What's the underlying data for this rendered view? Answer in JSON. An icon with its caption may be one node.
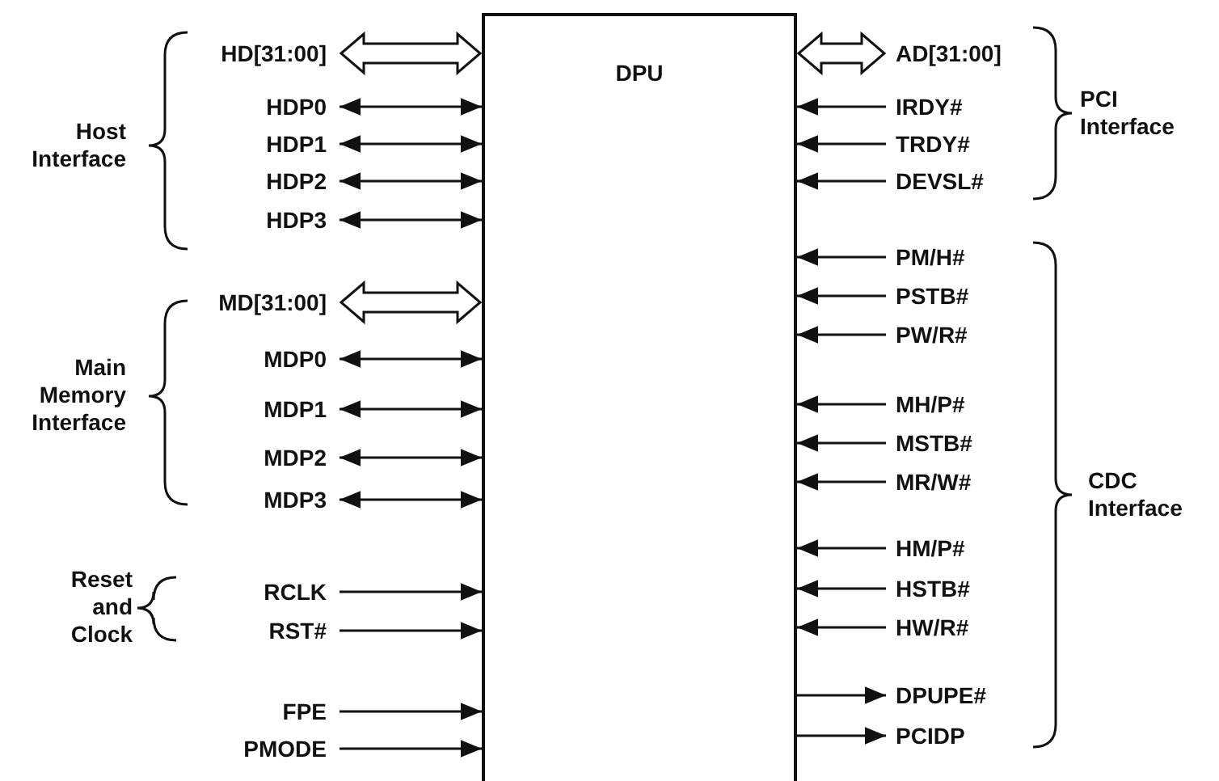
{
  "diagram": {
    "nodes": [
      {
        "text": [
          "DPU"
        ]
      },
      {
        "text": [
          "HD[31:00]"
        ]
      },
      {
        "text": [
          "HDP0"
        ]
      },
      {
        "text": [
          "HDP1"
        ]
      },
      {
        "text": [
          "HDP2"
        ]
      },
      {
        "text": [
          "HDP3"
        ]
      },
      {
        "text": [
          "MD[31:00]"
        ]
      },
      {
        "text": [
          "MDP0"
        ]
      },
      {
        "text": [
          "MDP1"
        ]
      },
      {
        "text": [
          "MDP2"
        ]
      },
      {
        "text": [
          "MDP3"
        ]
      },
      {
        "text": [
          "RCLK"
        ]
      },
      {
        "text": [
          "RST#"
        ]
      },
      {
        "text": [
          "FPE"
        ]
      },
      {
        "text": [
          "PMODE"
        ]
      },
      {
        "text": [
          "AD[31:00]"
        ]
      },
      {
        "text": [
          "IRDY#"
        ]
      },
      {
        "text": [
          "TRDY#"
        ]
      },
      {
        "text": [
          "DEVSL#"
        ]
      },
      {
        "text": [
          "PM/H#"
        ]
      },
      {
        "text": [
          "PSTB#"
        ]
      },
      {
        "text": [
          "PW/R#"
        ]
      },
      {
        "text": [
          "MH/P#"
        ]
      },
      {
        "text": [
          "MSTB#"
        ]
      },
      {
        "text": [
          "MR/W#"
        ]
      },
      {
        "text": [
          "HM/P#"
        ]
      },
      {
        "text": [
          "HSTB#"
        ]
      },
      {
        "text": [
          "HW/R#"
        ]
      },
      {
        "text": [
          "DPUPE#"
        ]
      },
      {
        "text": [
          "PCIDP"
        ]
      }
    ],
    "edges": [
      {
        "from": 1,
        "to": 0,
        "arrow": "both",
        "style": "thick"
      },
      {
        "from": 2,
        "to": 0,
        "arrow": "both"
      },
      {
        "from": 3,
        "to": 0,
        "arrow": "both"
      },
      {
        "from": 4,
        "to": 0,
        "arrow": "both"
      },
      {
        "from": 5,
        "to": 0,
        "arrow": "both"
      },
      {
        "from": 6,
        "to": 0,
        "arrow": "both",
        "style": "thick"
      },
      {
        "from": 7,
        "to": 0,
        "arrow": "both"
      },
      {
        "from": 8,
        "to": 0,
        "arrow": "both"
      },
      {
        "from": 9,
        "to": 0,
        "arrow": "both"
      },
      {
        "from": 10,
        "to": 0,
        "arrow": "both"
      },
      {
        "from": 11,
        "to": 0,
        "arrow": "to"
      },
      {
        "from": 12,
        "to": 0,
        "arrow": "to"
      },
      {
        "from": 13,
        "to": 0,
        "arrow": "to"
      },
      {
        "from": 14,
        "to": 0,
        "arrow": "to"
      },
      {
        "from": 15,
        "to": 0,
        "arrow": "both",
        "style": "thick"
      },
      {
        "from": 16,
        "to": 0,
        "arrow": "to"
      },
      {
        "from": 17,
        "to": 0,
        "arrow": "to"
      },
      {
        "from": 18,
        "to": 0,
        "arrow": "to"
      },
      {
        "from": 19,
        "to": 0,
        "arrow": "to"
      },
      {
        "from": 20,
        "to": 0,
        "arrow": "to"
      },
      {
        "from": 21,
        "to": 0,
        "arrow": "to"
      },
      {
        "from": 22,
        "to": 0,
        "arrow": "to"
      },
      {
        "from": 23,
        "to": 0,
        "arrow": "to"
      },
      {
        "from": 24,
        "to": 0,
        "arrow": "to"
      },
      {
        "from": 25,
        "to": 0,
        "arrow": "to"
      },
      {
        "from": 26,
        "to": 0,
        "arrow": "to"
      },
      {
        "from": 27,
        "to": 0,
        "arrow": "to"
      },
      {
        "from": 0,
        "to": 28,
        "arrow": "to"
      },
      {
        "from": 0,
        "to": 29,
        "arrow": "to"
      }
    ],
    "labels": [
      "Host Interface",
      "PCI Interface",
      "Main Memory Interface",
      "CDC Interface",
      "Reset and Clock"
    ]
  }
}
